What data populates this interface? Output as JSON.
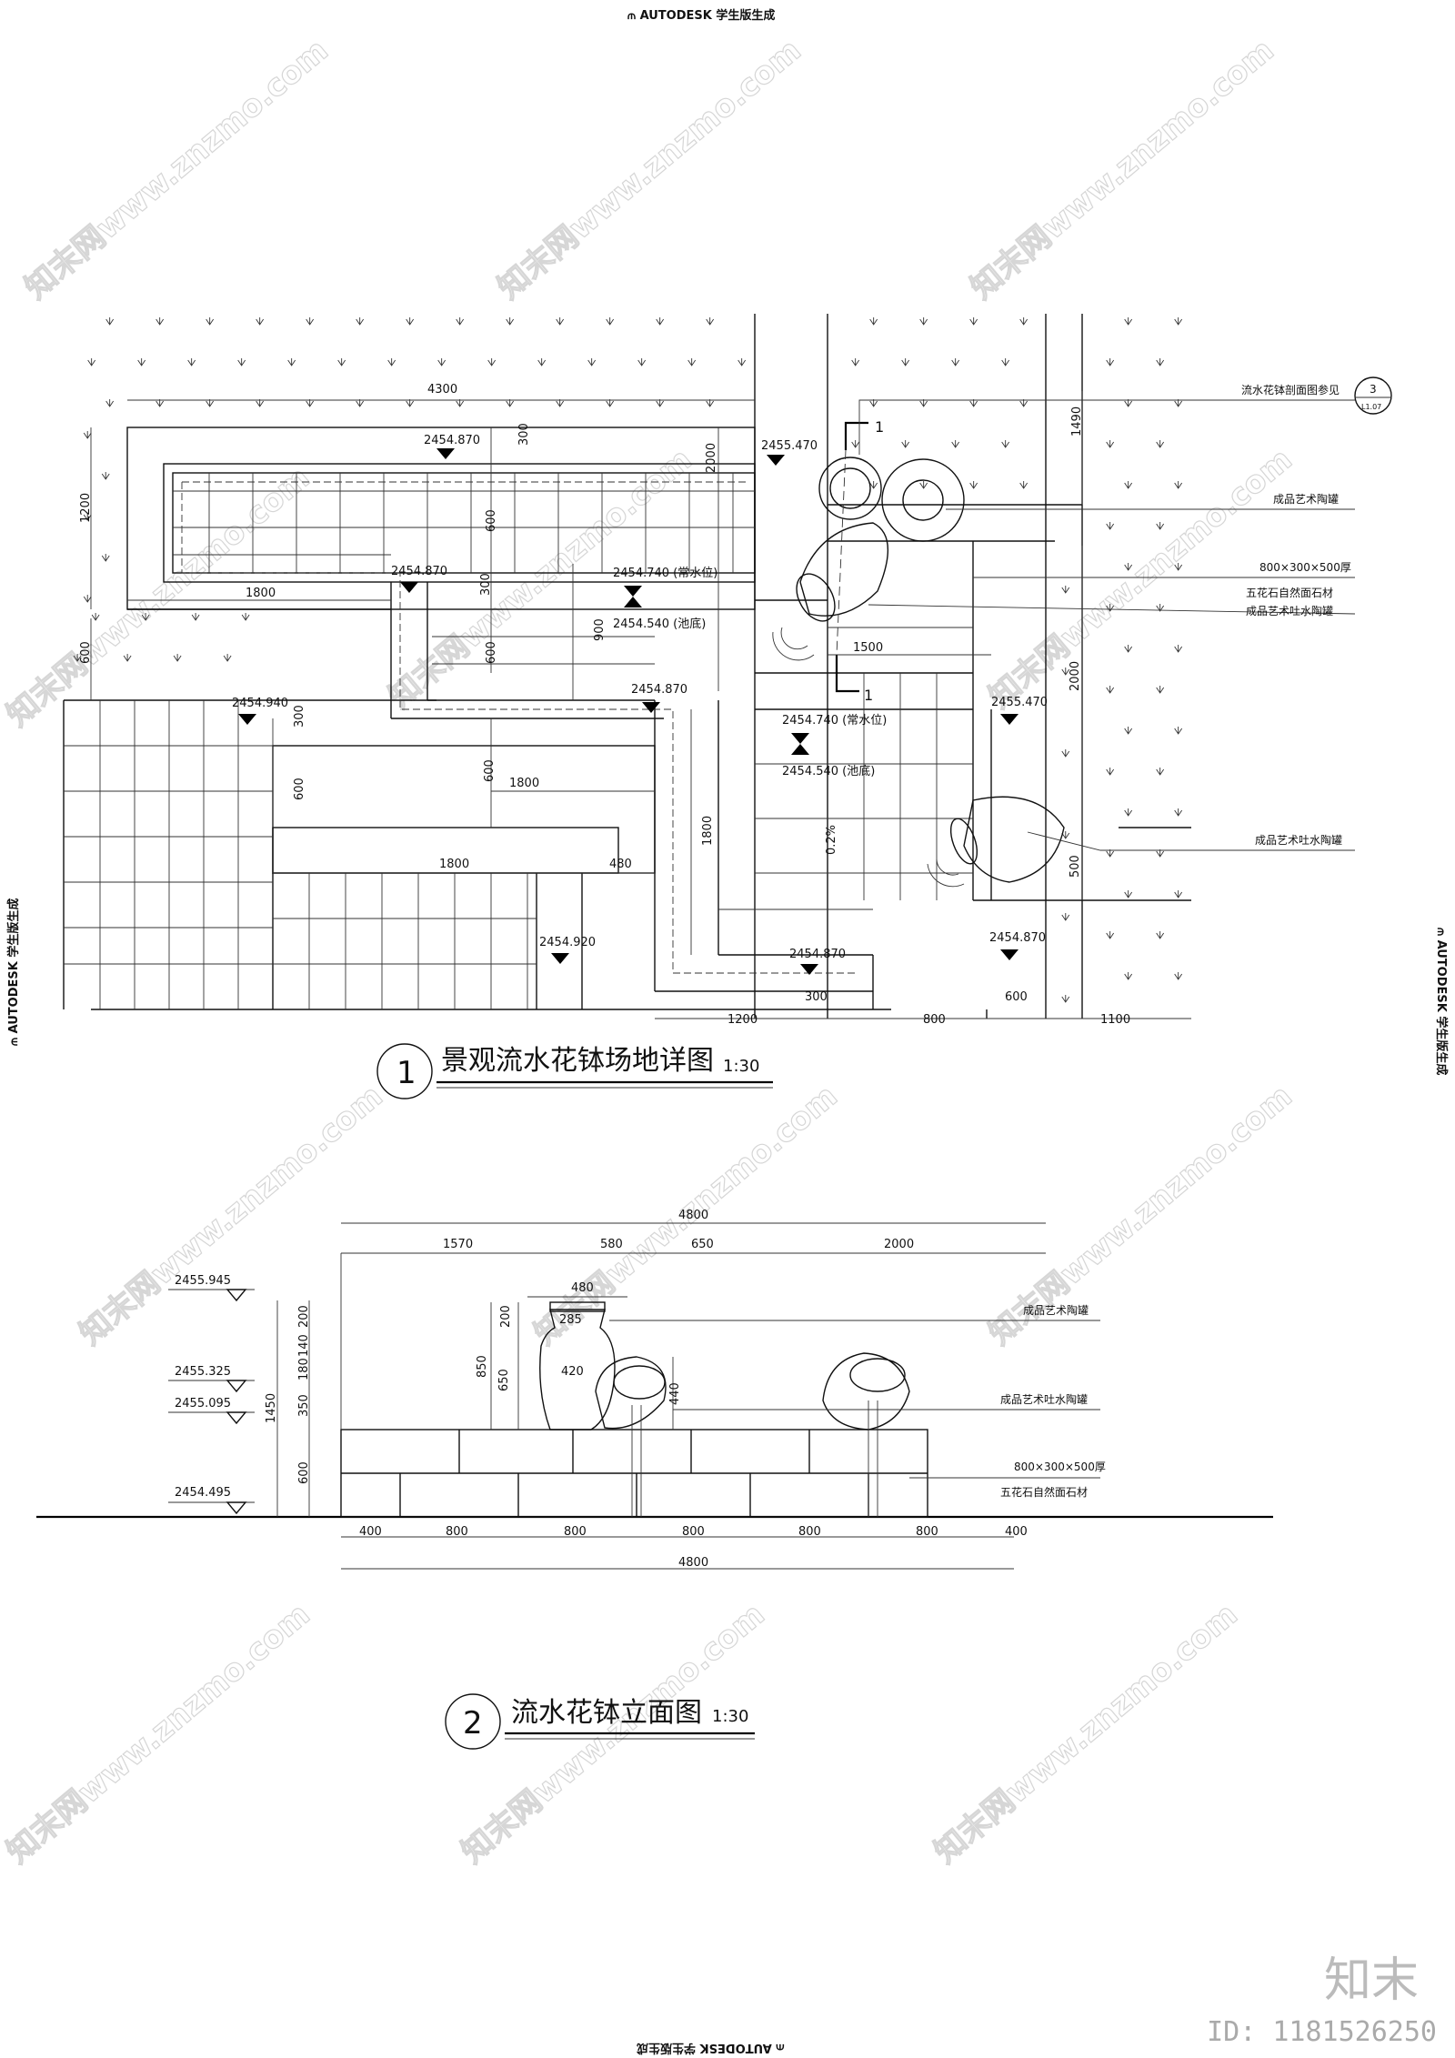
{
  "header": {
    "top_stamp": "AUTODESK 学生版生成",
    "left_stamp": "AUTODESK 学生版生成",
    "right_stamp": "AUTODESK 学生版生成",
    "bottom_stamp": "AUTODESK 学生版生成"
  },
  "watermark": {
    "site": "知末网www.znzmo.com",
    "brand": "知末",
    "id_label": "ID: 1181526250"
  },
  "plan": {
    "number": "1",
    "title": "景观流水花钵场地详图",
    "scale": "1:30",
    "dimensions": [
      "4300",
      "1200",
      "1800",
      "600",
      "300",
      "600",
      "300",
      "600",
      "900",
      "2000",
      "1490",
      "1500",
      "2000",
      "300",
      "600",
      "600",
      "1800",
      "1800",
      "480",
      "1800",
      "500",
      "1200",
      "300",
      "800",
      "600",
      "1100"
    ],
    "elevations": {
      "e1": "2454.870",
      "e2": "2455.470",
      "e3": "2454.870",
      "e4": "2454.740 (常水位)",
      "e5": "2454.540 (池底)",
      "e6": "2454.870",
      "e7": "2454.940",
      "e8": "2455.470",
      "e9": "2454.740 (常水位)",
      "e10": "2454.540 (池底)",
      "e11": "2454.920",
      "e12": "2454.870",
      "e13": "2454.870"
    },
    "section_mark": "1",
    "slope": "0.2%",
    "callouts": {
      "ref": "流水花钵剖面图参见",
      "ref_num": "3",
      "ref_sheet": "L1.07",
      "c1": "成品艺术陶罐",
      "c2": "800×300×500厚",
      "c3": "五花石自然面石材",
      "c4": "成品艺术吐水陶罐",
      "c5": "成品艺术吐水陶罐"
    }
  },
  "elevation": {
    "number": "2",
    "title": "流水花钵立面图",
    "scale": "1:30",
    "top_dims": {
      "total": "4800",
      "d1": "1570",
      "d2": "580",
      "d3": "650",
      "d4": "2000"
    },
    "urn_dims": {
      "w": "480",
      "neck": "285",
      "body": "420",
      "h1": "200",
      "h2": "650",
      "h3": "850",
      "spout": "440"
    },
    "side_dims": {
      "a": "200",
      "b": "140",
      "c": "180",
      "d": "350",
      "e": "1450",
      "f": "600"
    },
    "levels": {
      "l1": "2455.945",
      "l2": "2455.325",
      "l3": "2455.095",
      "l4": "2454.495"
    },
    "bottom_dims": [
      "400",
      "800",
      "800",
      "800",
      "800",
      "800",
      "400"
    ],
    "bottom_total": "4800",
    "callouts": {
      "c1": "成品艺术陶罐",
      "c2": "成品艺术吐水陶罐",
      "c3": "800×300×500厚",
      "c4": "五花石自然面石材"
    }
  }
}
